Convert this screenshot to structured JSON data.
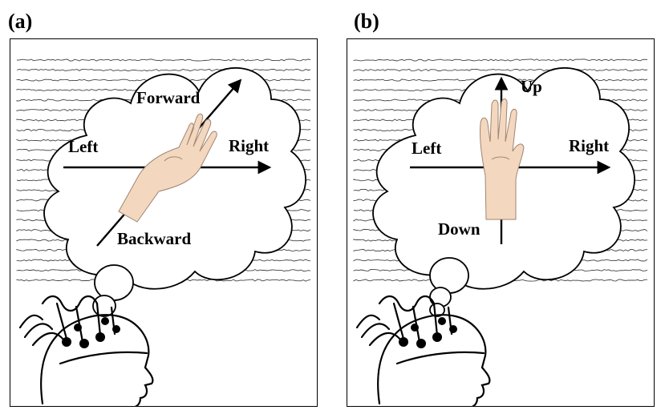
{
  "panel_a": {
    "label": "(a)",
    "directions": {
      "forward": "Forward",
      "backward": "Backward",
      "left": "Left",
      "right": "Right"
    }
  },
  "panel_b": {
    "label": "(b)",
    "directions": {
      "up": "Up",
      "down": "Down",
      "left": "Left",
      "right": "Right"
    }
  },
  "colors": {
    "line": "#000000",
    "eeg": "#444444",
    "skin": "#f3d8bf",
    "skin_outline": "#a08470",
    "background": "#ffffff"
  }
}
